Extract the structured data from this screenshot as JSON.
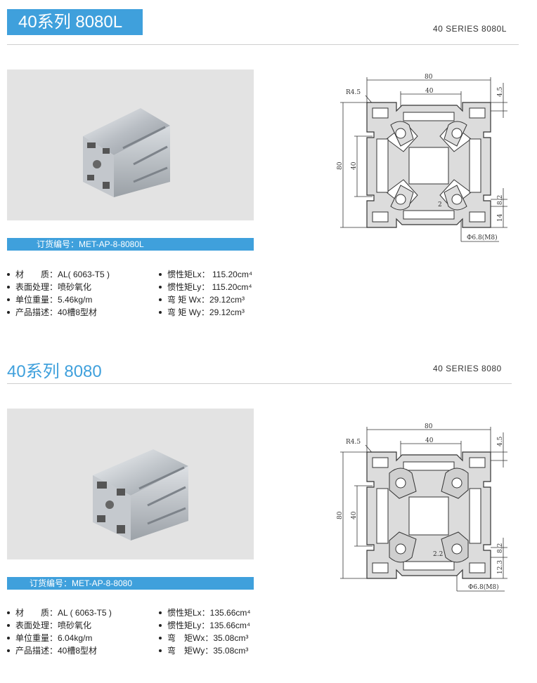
{
  "section1": {
    "title": "40系列 8080L",
    "series_en": "40 SERIES  8080L",
    "order_label": "订货编号：MET-AP-8-8080L",
    "specs_left": [
      "材　　质：AL( 6063-T5 )",
      "表面处理：喷砂氧化",
      "单位重量：5.46kg/m",
      "产品描述：40槽8型材"
    ],
    "specs_right": [
      "惯性矩Lx： 115.20cm⁴",
      "惯性矩Ly： 115.20cm⁴",
      "弯 矩 Wx：29.12cm³",
      "弯 矩 Wy：29.12cm³"
    ],
    "dims": {
      "width": "80",
      "inner": "40",
      "radius": "R4.5",
      "top": "4.5",
      "height": "80",
      "inner_h": "40",
      "side1": "8.2",
      "side2": "14",
      "wall": "2",
      "hole": "Φ6.8(M8)"
    }
  },
  "section2": {
    "title": "40系列 8080",
    "series_en": "40 SERIES  8080",
    "order_label": "订货编号：MET-AP-8-8080",
    "specs_left": [
      "材　　质：AL ( 6063-T5 )",
      "表面处理：喷砂氧化",
      "单位重量：6.04kg/m",
      "产品描述：40槽8型材"
    ],
    "specs_right": [
      "惯性矩Lx：135.66cm⁴",
      "惯性矩Ly：135.66cm⁴",
      "弯　矩Wx：35.08cm³",
      "弯　矩Wy：35.08cm³"
    ],
    "dims": {
      "width": "80",
      "inner": "40",
      "radius": "R4.5",
      "top": "4.5",
      "height": "80",
      "inner_h": "40",
      "side1": "8.2",
      "side2": "12.3",
      "wall": "2.2",
      "hole": "Φ6.8(M8)"
    }
  },
  "colors": {
    "accent": "#3fa0dc",
    "profile_fill": "#dcdcdc",
    "photo_bg": "#e3e3e3"
  }
}
